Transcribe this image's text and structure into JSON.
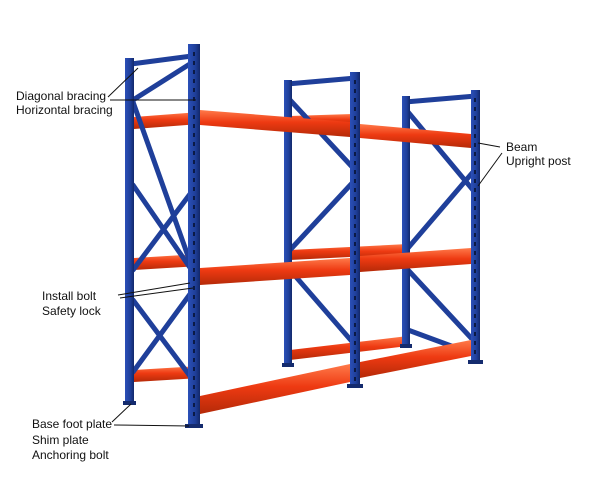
{
  "labels": {
    "diagonal_bracing": "Diagonal bracing",
    "horizontal_bracing": "Horizontal bracing",
    "beam": "Beam",
    "upright_post": "Upright post",
    "install_bolt": "Install bolt",
    "safety_lock": "Safety lock",
    "base_foot_plate": "Base foot plate",
    "shim_plate": "Shim plate",
    "anchoring_bolt": "Anchoring bolt"
  },
  "colors": {
    "upright": "#1f3f9a",
    "upright_dark": "#142b6e",
    "beam": "#ee3a12",
    "beam_light": "#ff6a3a",
    "beam_dark": "#b52a08",
    "leader": "#111111"
  }
}
